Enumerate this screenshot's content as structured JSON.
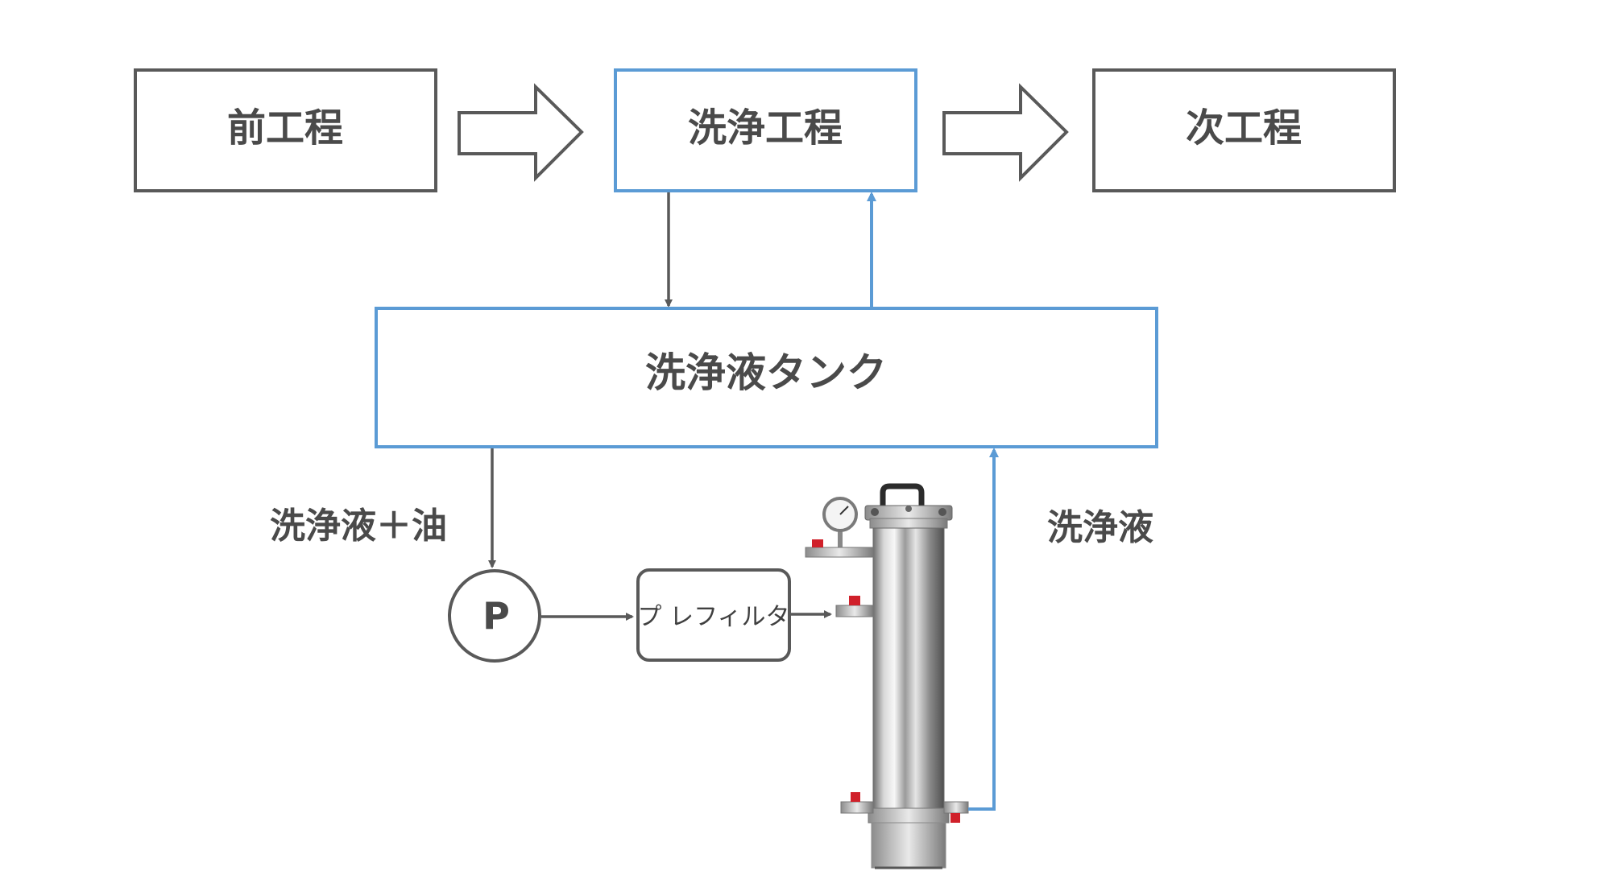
{
  "process": {
    "prev_step": "前工程",
    "washing_step": "洗浄工程",
    "next_step": "次工程"
  },
  "tank": {
    "label": "洗浄液タンク"
  },
  "flow": {
    "supply_label": "洗浄液＋油",
    "return_label": "洗浄液"
  },
  "pump": {
    "label": "P"
  },
  "prefilter": {
    "label": "プ レフィルタ"
  },
  "colors": {
    "gray": "#595959",
    "blue": "#5b9bd5"
  }
}
